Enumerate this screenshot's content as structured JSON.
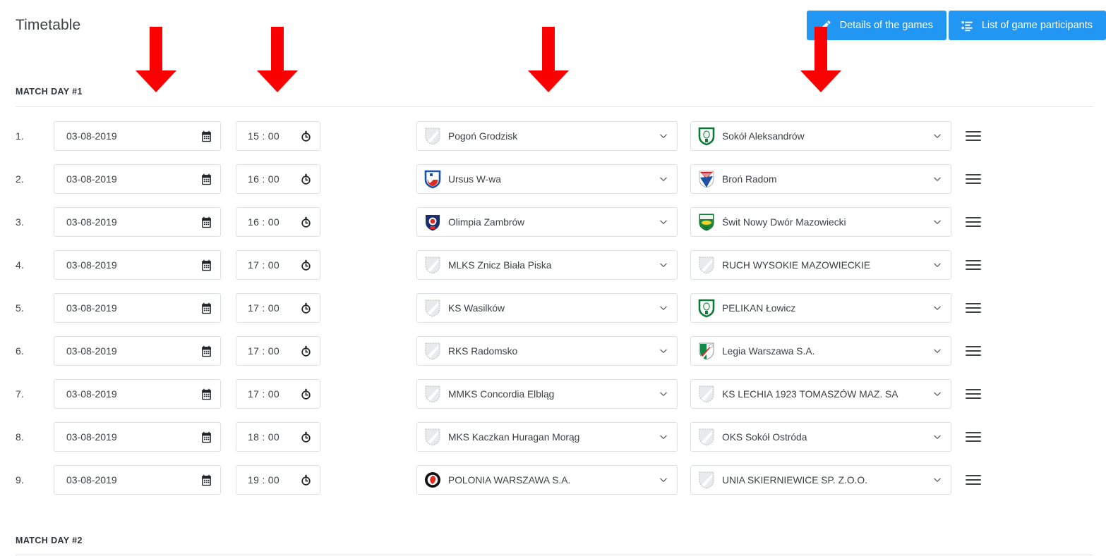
{
  "header": {
    "title": "Timetable",
    "buttons": [
      {
        "label": "Details of the games",
        "icon": "pencil-icon"
      },
      {
        "label": "List of game participants",
        "icon": "list-icon"
      }
    ],
    "accent_color": "#2196f3",
    "annotation_color": "#fb0000"
  },
  "sections": [
    {
      "label": "MATCH DAY #1"
    },
    {
      "label": "MATCH DAY #2"
    }
  ],
  "icons": {
    "date": "calendar-icon",
    "time": "clock-icon",
    "dropdown": "chevron-down-icon",
    "drag": "drag-handle-icon"
  },
  "matches": [
    {
      "index": "1.",
      "date": "03-08-2019",
      "time": "15 : 00",
      "home": {
        "name": "Pogoń Grodzisk",
        "crest": "generic-grey-shield"
      },
      "away": {
        "name": "Sokół Aleksandrów",
        "crest": "green-white-shield"
      }
    },
    {
      "index": "2.",
      "date": "03-08-2019",
      "time": "16 : 00",
      "home": {
        "name": "Ursus W-wa",
        "crest": "blue-red-shield"
      },
      "away": {
        "name": "Broń Radom",
        "crest": "red-blue-shield"
      }
    },
    {
      "index": "3.",
      "date": "03-08-2019",
      "time": "16 : 00",
      "home": {
        "name": "Olimpia Zambrów",
        "crest": "navy-red-circle"
      },
      "away": {
        "name": "Świt Nowy Dwór Mazowiecki",
        "crest": "green-yellow-shield"
      }
    },
    {
      "index": "4.",
      "date": "03-08-2019",
      "time": "17 : 00",
      "home": {
        "name": "MLKS Znicz Biała Piska",
        "crest": "generic-grey-shield"
      },
      "away": {
        "name": "RUCH WYSOKIE MAZOWIECKIE",
        "crest": "generic-grey-shield"
      }
    },
    {
      "index": "5.",
      "date": "03-08-2019",
      "time": "17 : 00",
      "home": {
        "name": "KS Wasilków",
        "crest": "generic-grey-shield"
      },
      "away": {
        "name": "PELIKAN Łowicz",
        "crest": "green-white-shield"
      }
    },
    {
      "index": "6.",
      "date": "03-08-2019",
      "time": "17 : 00",
      "home": {
        "name": "RKS Radomsko",
        "crest": "generic-grey-shield"
      },
      "away": {
        "name": "Legia Warszawa S.A.",
        "crest": "green-white-red-shield"
      }
    },
    {
      "index": "7.",
      "date": "03-08-2019",
      "time": "17 : 00",
      "home": {
        "name": "MMKS Concordia Elbląg",
        "crest": "generic-grey-shield"
      },
      "away": {
        "name": "KS LECHIA 1923 TOMASZÓW MAZ. SA",
        "crest": "generic-grey-shield"
      }
    },
    {
      "index": "8.",
      "date": "03-08-2019",
      "time": "18 : 00",
      "home": {
        "name": "MKS Kaczkan Huragan Morąg",
        "crest": "generic-grey-shield"
      },
      "away": {
        "name": "OKS Sokół Ostróda",
        "crest": "generic-grey-shield"
      }
    },
    {
      "index": "9.",
      "date": "03-08-2019",
      "time": "19 : 00",
      "home": {
        "name": "POLONIA WARSZAWA S.A.",
        "crest": "black-red-circle"
      },
      "away": {
        "name": "UNIA SKIERNIEWICE SP. Z.O.O.",
        "crest": "generic-grey-shield"
      }
    }
  ]
}
